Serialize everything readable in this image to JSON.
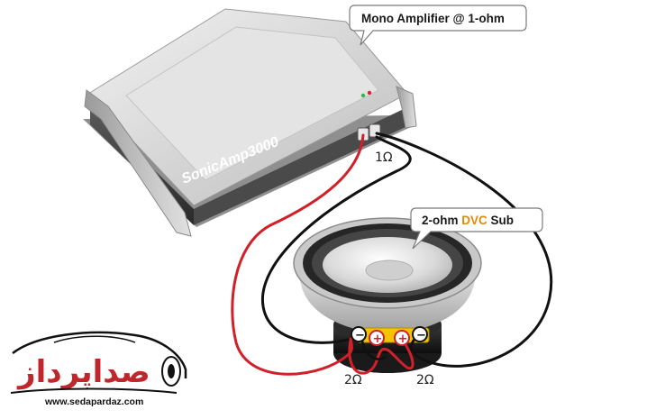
{
  "amplifier": {
    "callout": "Mono Amplifier @ 1-ohm",
    "brand": "SonicAmp3000",
    "output_impedance": "1Ω"
  },
  "subwoofer": {
    "callout_prefix": "2-ohm",
    "callout_highlight": "DVC",
    "callout_suffix": "Sub",
    "coil_left_impedance": "2Ω",
    "coil_right_impedance": "2Ω",
    "minus_sign": "−",
    "plus_sign": "+"
  },
  "logo": {
    "text": "صداپرداز",
    "url": "www.sedapardaz.com"
  },
  "colors": {
    "positive_wire": "#d0202a",
    "negative_wire": "#111111",
    "dvc_highlight": "#e08a0c",
    "amp_body": "#b9b9b9",
    "logo_red": "#c0272d"
  }
}
